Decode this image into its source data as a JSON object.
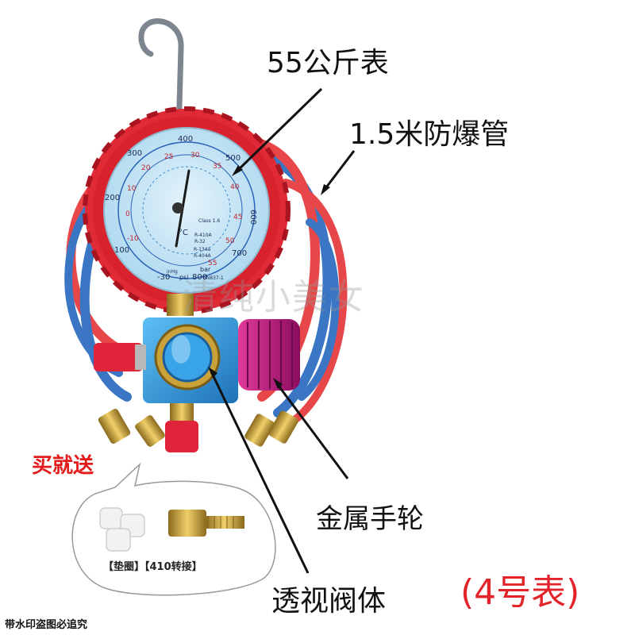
{
  "labels": {
    "gauge": "55公斤表",
    "hose": "1.5米防爆管",
    "handwheel": "金属手轮",
    "valve_body": "透视阀体",
    "model": "(4号表)",
    "gift_title": "买就送",
    "gift_items": "【垫圈】【410转接】",
    "watermark": "清纯小美女",
    "footer": "带水印盗图必追究"
  },
  "gauge_dial": {
    "psi_scale": [
      "-30",
      "100",
      "200",
      "300",
      "400",
      "500",
      "600",
      "700",
      "800"
    ],
    "temp_scale": [
      "-10",
      "0",
      "10",
      "20",
      "25",
      "30",
      "35",
      "40",
      "45",
      "50",
      "55"
    ],
    "center_text": [
      "Class 1.6",
      "°C",
      "R-410A",
      "R-32",
      "R-134a",
      "R-404A"
    ],
    "unit_psi": "psi",
    "unit_bar": "bar",
    "unit_inhg": "inHg",
    "standard": "EN837-1"
  },
  "colors": {
    "gauge_bezel": "#e02a36",
    "dial_face": "#c9e6f4",
    "manifold_body": "#2f9be0",
    "handwheel": "#c0147e",
    "hose_red": "#e8474a",
    "hose_blue": "#3a76c4",
    "fitting_brass": "#c9a23a",
    "accent_red": "#e3242b"
  }
}
